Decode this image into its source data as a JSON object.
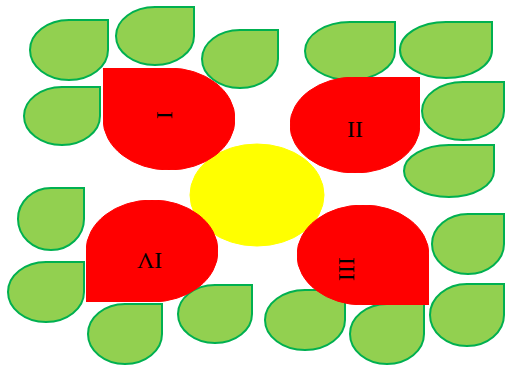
{
  "diagram": {
    "nodes": [
      {
        "text": [
          "I"
        ]
      },
      {
        "text": [
          "II"
        ]
      },
      {
        "text": [
          "IV"
        ]
      },
      {
        "text": [
          "III"
        ]
      }
    ]
  }
}
